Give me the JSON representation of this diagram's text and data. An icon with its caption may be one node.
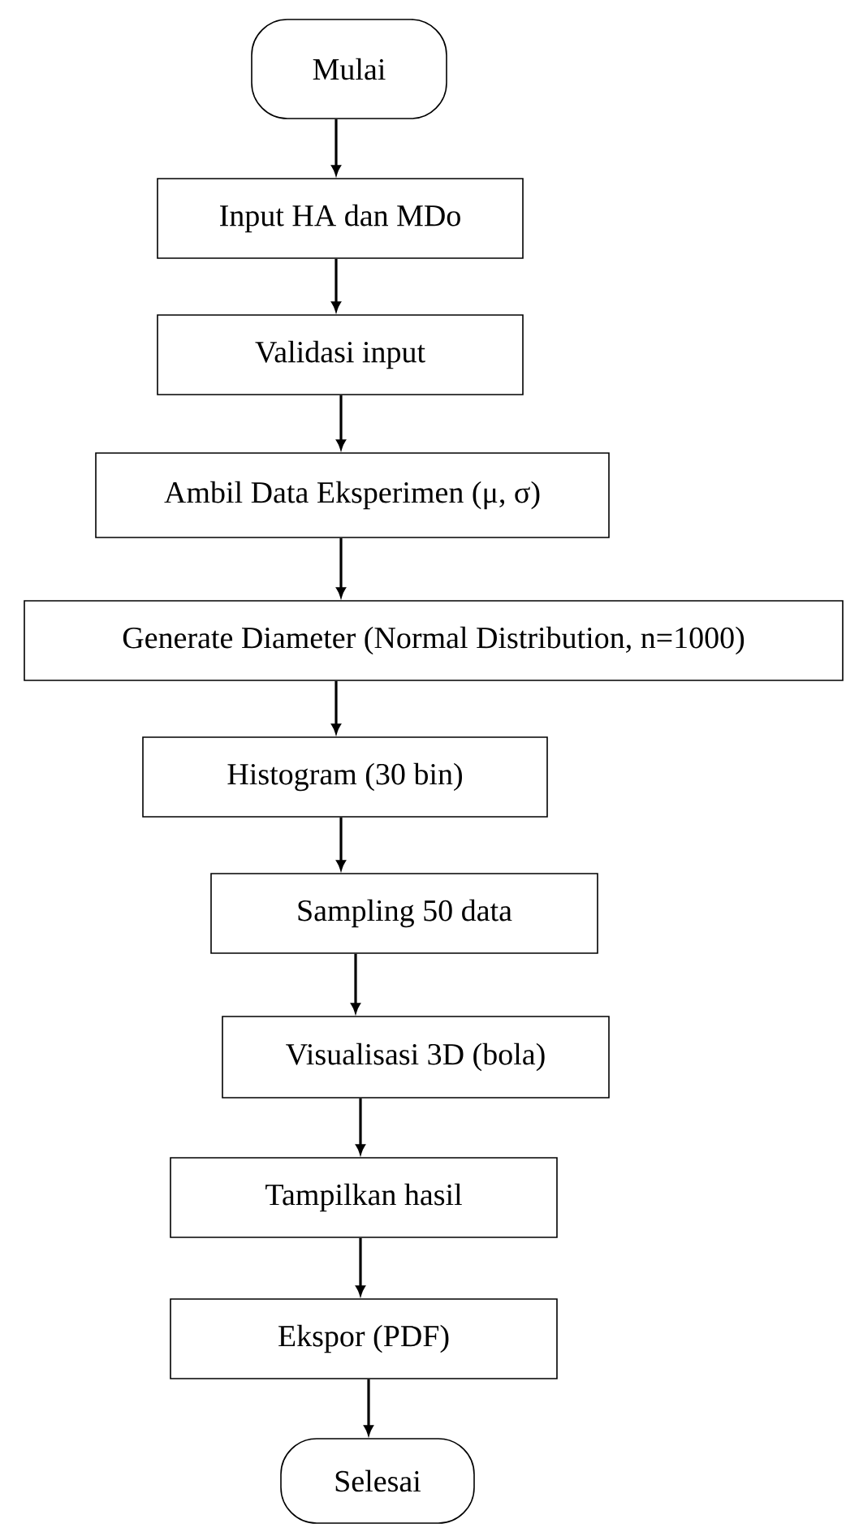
{
  "diagram": {
    "nodes": [
      {
        "text": [
          "Mulai"
        ]
      },
      {
        "text": [
          "Input HA dan MDo"
        ]
      },
      {
        "text": [
          "Validasi input"
        ]
      },
      {
        "text": [
          "Ambil Data Eksperimen (μ, σ)"
        ]
      },
      {
        "text": [
          "Generate Diameter (Normal Distribution, n=1000)"
        ]
      },
      {
        "text": [
          "Histogram (30 bin)"
        ]
      },
      {
        "text": [
          "Sampling 50 data"
        ]
      },
      {
        "text": [
          "Visualisasi 3D (bola)"
        ]
      },
      {
        "text": [
          "Tampilkan hasil"
        ]
      },
      {
        "text": [
          "Ekspor (PDF)"
        ]
      },
      {
        "text": [
          "Selesai"
        ]
      }
    ],
    "edges": [
      {
        "from": 0,
        "to": 1,
        "arrow": "to"
      },
      {
        "from": 1,
        "to": 2,
        "arrow": "to"
      },
      {
        "from": 2,
        "to": 3,
        "arrow": "to"
      },
      {
        "from": 3,
        "to": 4,
        "arrow": "to"
      },
      {
        "from": 4,
        "to": 5,
        "arrow": "to"
      },
      {
        "from": 5,
        "to": 6,
        "arrow": "to"
      },
      {
        "from": 6,
        "to": 7,
        "arrow": "to"
      },
      {
        "from": 7,
        "to": 8,
        "arrow": "to"
      },
      {
        "from": 8,
        "to": 9,
        "arrow": "to"
      },
      {
        "from": 9,
        "to": 10,
        "arrow": "to"
      }
    ]
  }
}
